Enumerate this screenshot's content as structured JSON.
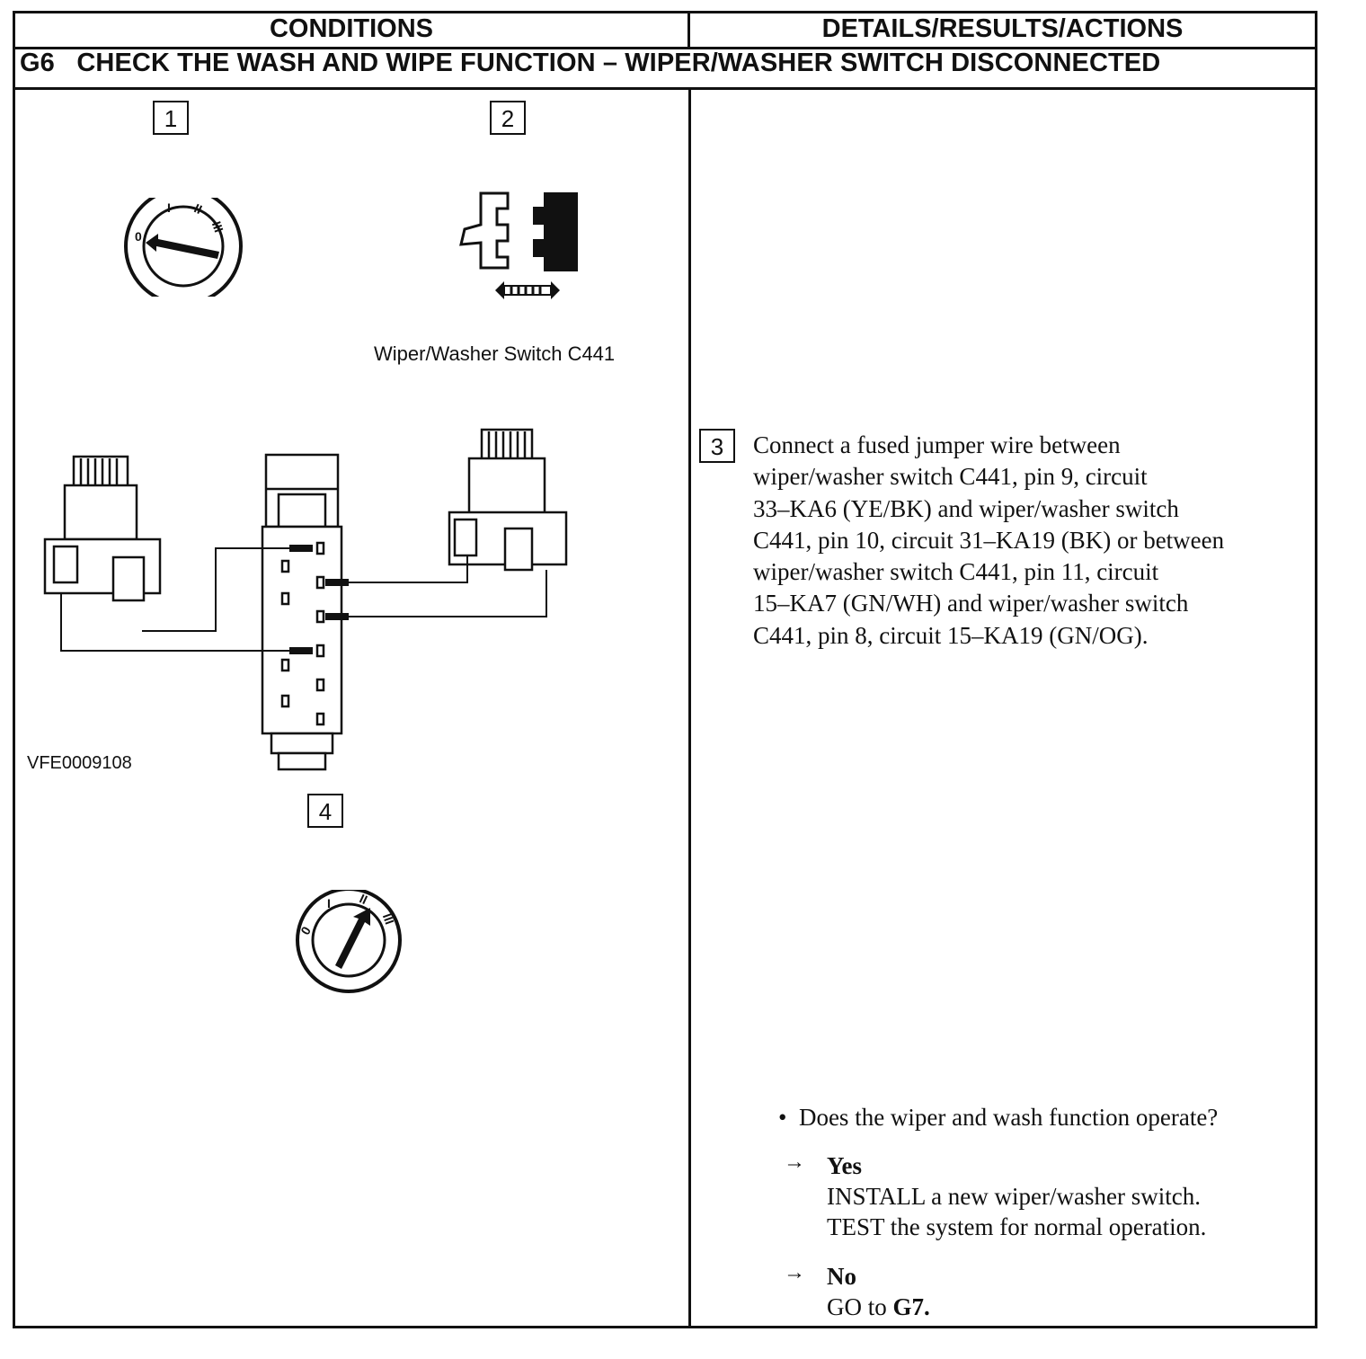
{
  "table": {
    "header_conditions": "CONDITIONS",
    "header_details": "DETAILS/RESULTS/ACTIONS",
    "step_code": "G6",
    "step_title": "CHECK THE WASH AND WIPE FUNCTION – WIPER/WASHER SWITCH DISCONNECTED"
  },
  "conditions": {
    "steps": [
      "1",
      "2",
      "4"
    ],
    "ignition_positions": [
      "0",
      "I",
      "II",
      "III"
    ],
    "connector_label": "Wiper/Washer Switch C441",
    "figure_id": "VFE0009108"
  },
  "details": {
    "step_number": "3",
    "instruction_lines": [
      "Connect a fused jumper wire between",
      "wiper/washer switch C441, pin 9, circuit",
      "33–KA6 (YE/BK) and wiper/washer switch",
      "C441, pin 10, circuit 31–KA19 (BK) or between",
      "wiper/washer switch C441, pin 11, circuit",
      "15–KA7 (GN/WH) and wiper/washer switch",
      "C441, pin 8, circuit 15–KA19 (GN/OG)."
    ],
    "question": "Does the wiper and wash function operate?",
    "answers": [
      {
        "arrow": "→",
        "label": "Yes",
        "lines": [
          "INSTALL a new wiper/washer switch.",
          "TEST the system for normal operation."
        ]
      },
      {
        "arrow": "→",
        "label": "No",
        "text": "GO to ",
        "target": "G7."
      }
    ]
  }
}
